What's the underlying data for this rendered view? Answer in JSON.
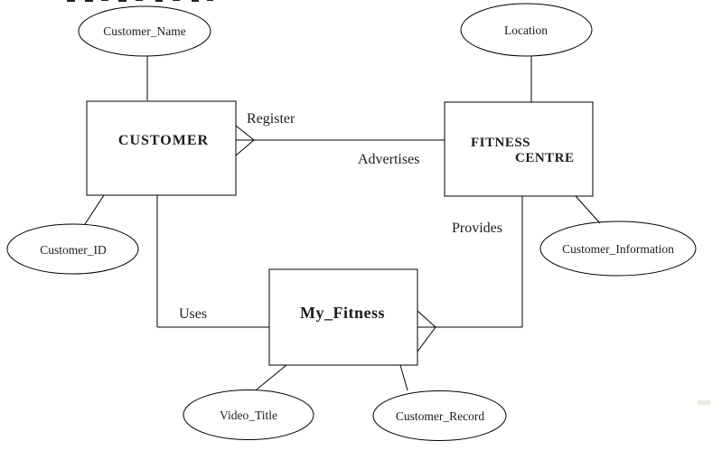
{
  "diagram": {
    "background": "#ffffff",
    "line_color": "#000000",
    "text_color": "#1c1c1c",
    "artifact_color": "#e9e9e3",
    "entities": {
      "customer": {
        "label": "CUSTOMER"
      },
      "fitness_centre": {
        "label_line1": "FITNESS",
        "label_line2": "CENTRE"
      },
      "my_fitness": {
        "label": "My_Fitness"
      }
    },
    "attributes": {
      "customer_name": {
        "label": "Customer_Name"
      },
      "location": {
        "label": "Location"
      },
      "customer_id": {
        "label": "Customer_ID"
      },
      "customer_information": {
        "label": "Customer_Information"
      },
      "video_title": {
        "label": "Video_Title"
      },
      "customer_record": {
        "label": "Customer_Record"
      }
    },
    "relationships": {
      "register": {
        "label": "Register"
      },
      "advertises": {
        "label": "Advertises"
      },
      "provides": {
        "label": "Provides"
      },
      "uses": {
        "label": "Uses"
      }
    }
  }
}
